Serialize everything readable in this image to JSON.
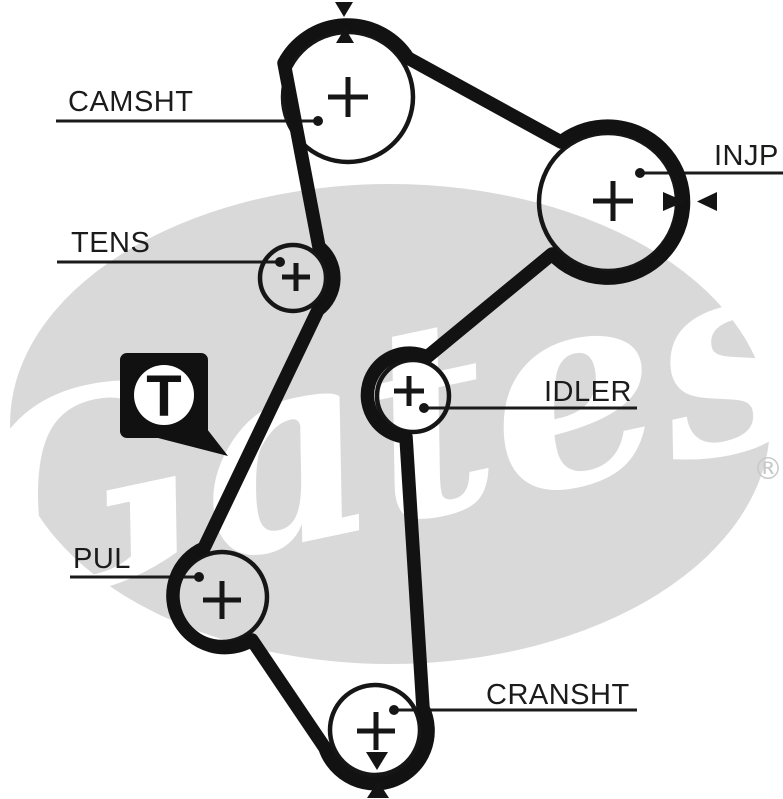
{
  "watermark": {
    "brand": "Gates",
    "registered": "®",
    "color": "#d9d9d9"
  },
  "labels": {
    "camshaft": "CAMSHT",
    "tensioner": "TENS",
    "injection_pump": "INJP",
    "idler": "IDLER",
    "pulley": "PUL",
    "crankshaft": "CRANSHT"
  },
  "t_marker": {
    "letter": "T"
  },
  "icons": [
    "camshaft-timing-arrows-icon",
    "injection-pump-timing-arrows-icon",
    "crankshaft-timing-arrows-icon",
    "t-marker-badge-icon",
    "plus-center-icon"
  ],
  "colors": {
    "ink": "#141414",
    "belt": "#121212",
    "label_text": "#1b1b1b",
    "watermark_gray": "#d9d9d9",
    "background": "#ffffff"
  }
}
